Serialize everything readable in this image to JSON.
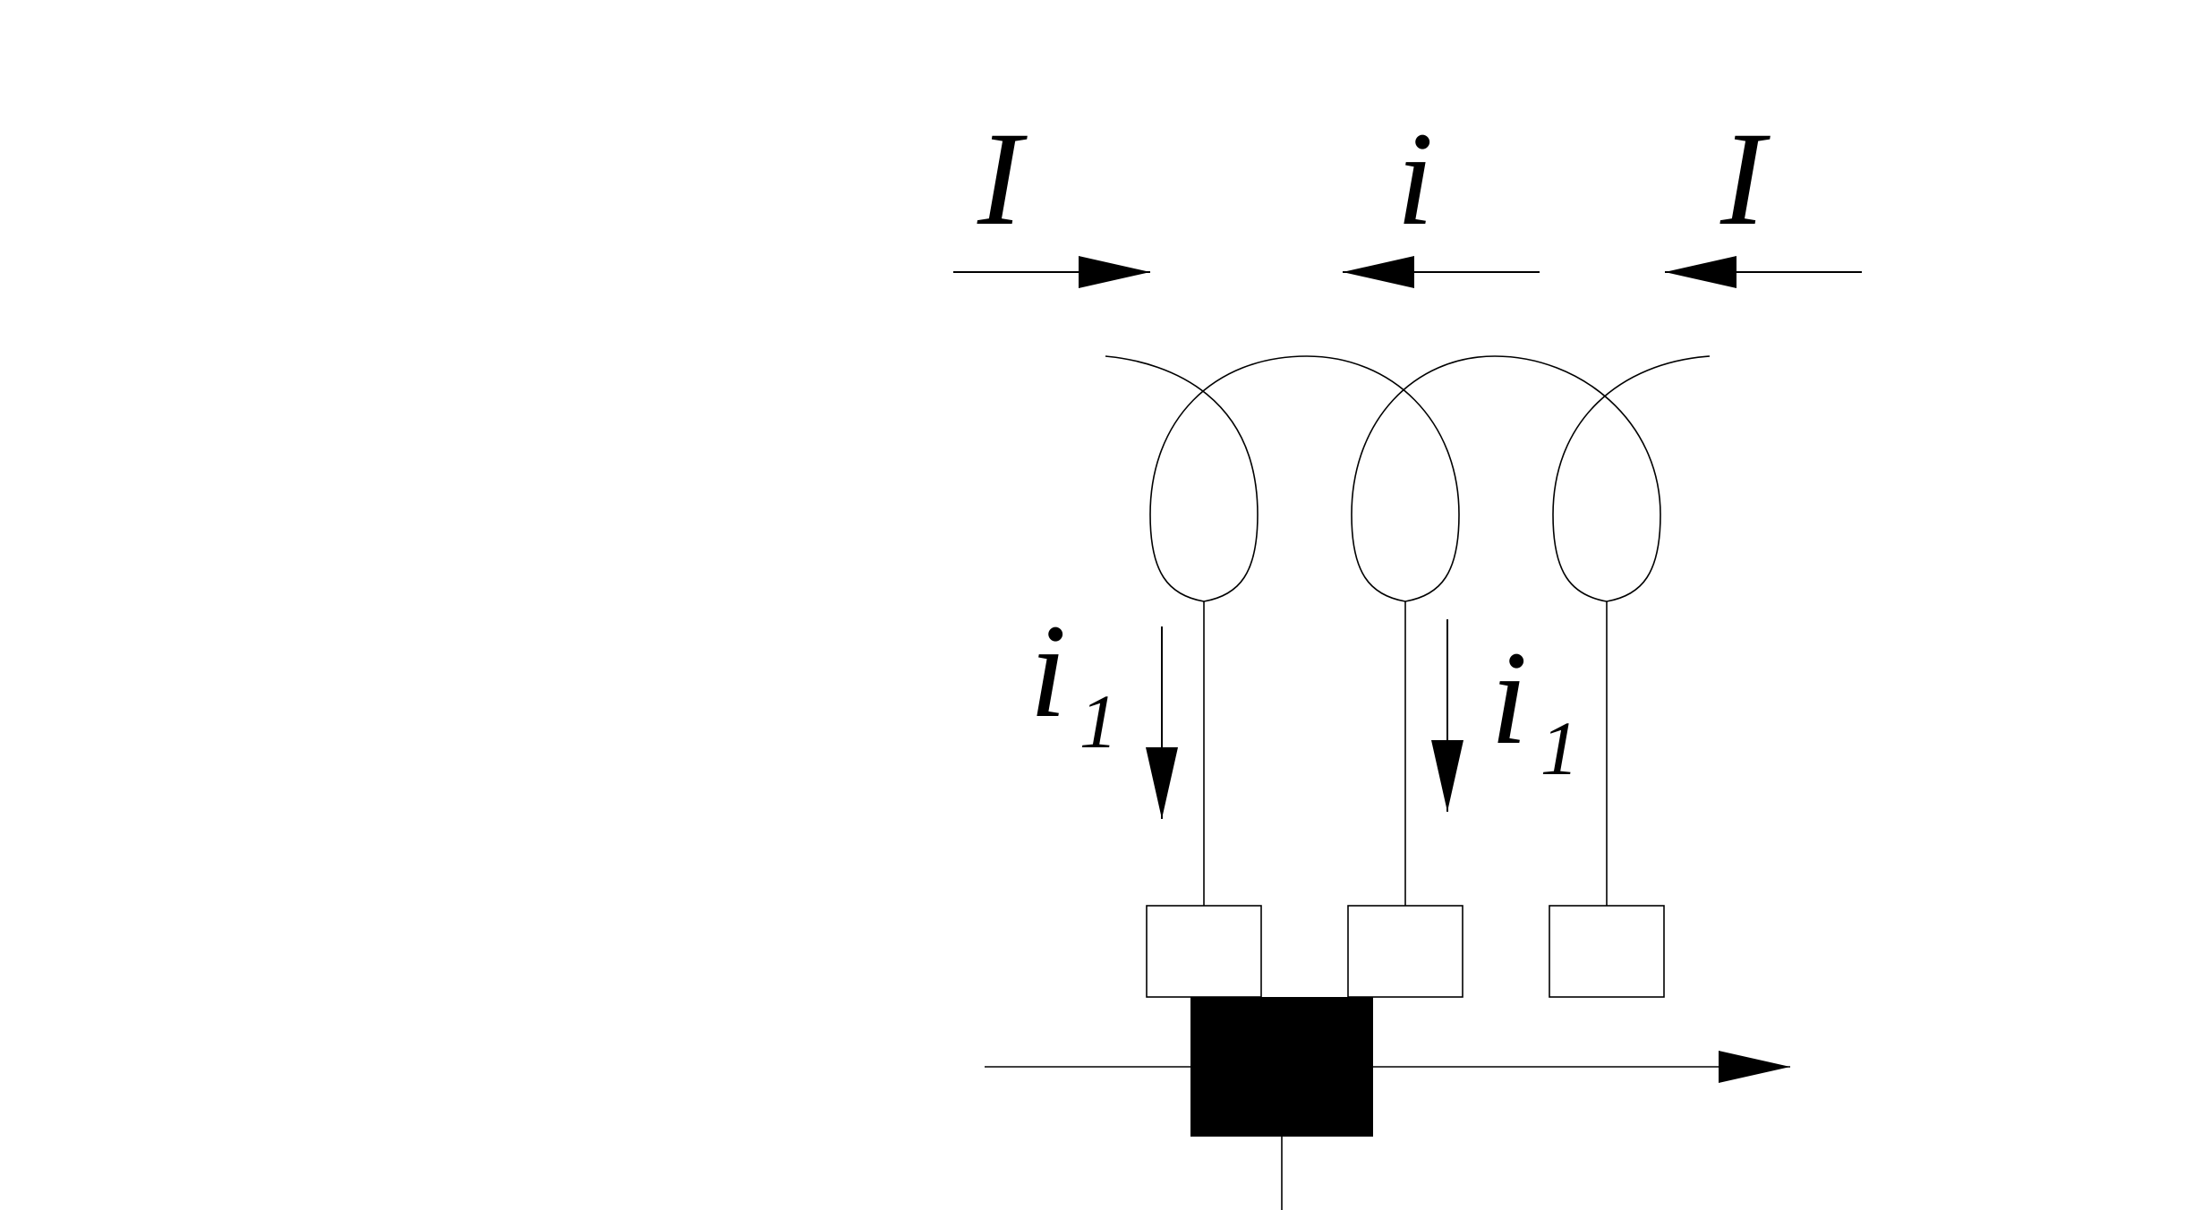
{
  "labels": {
    "current_left": "I",
    "current_middle": "i",
    "current_right": "I",
    "branch_left_main": "i",
    "branch_left_sub": "1",
    "branch_right_main": "i",
    "branch_right_sub": "1"
  },
  "colors": {
    "stroke": "#000000",
    "fill_block": "#000000",
    "background": "#ffffff"
  }
}
